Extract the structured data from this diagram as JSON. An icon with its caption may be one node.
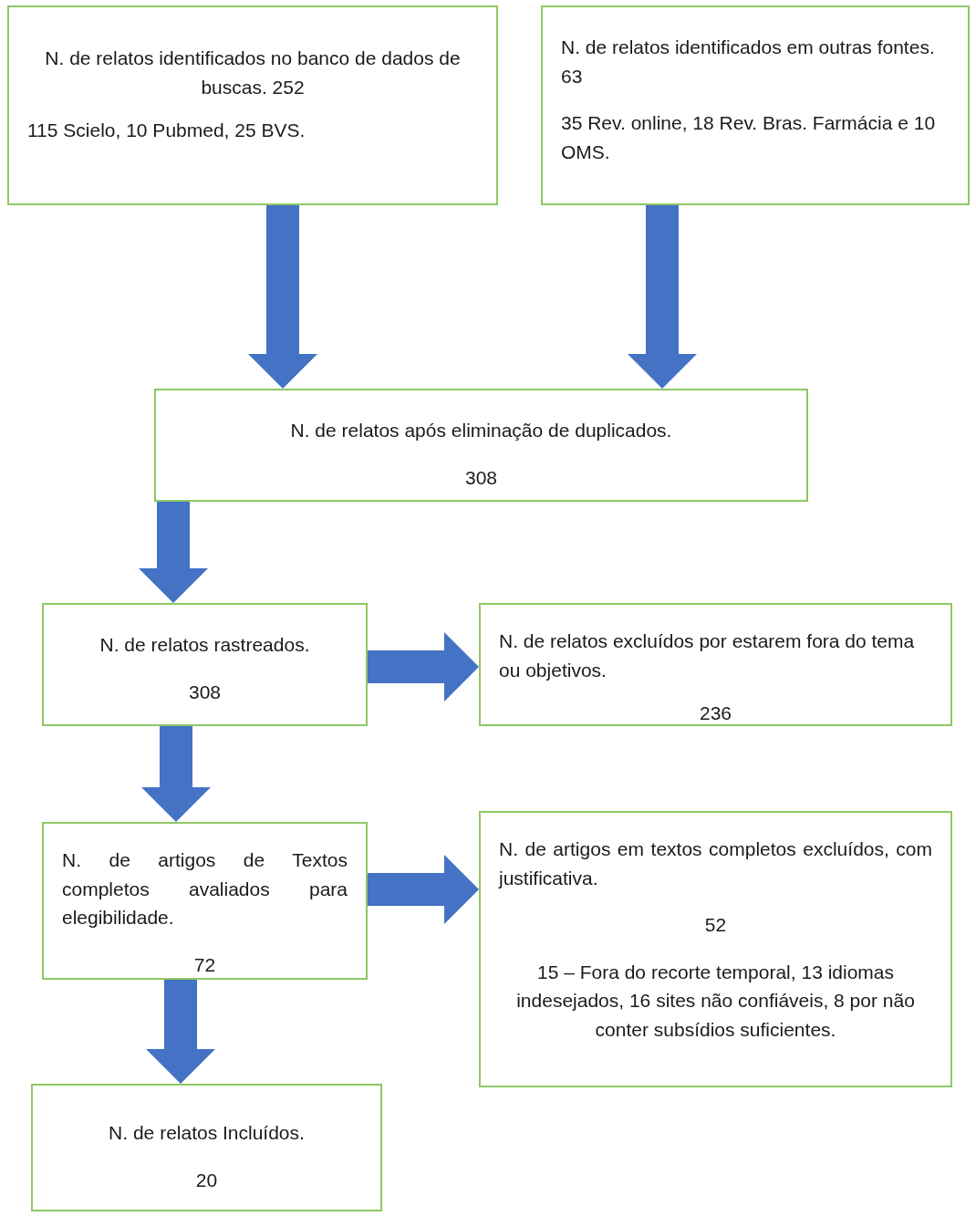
{
  "diagram": {
    "nodes": [
      {
        "text": [
          "N. de relatos identificados no banco de dados de buscas. 252",
          "115 Scielo, 10 Pubmed, 25 BVS."
        ]
      },
      {
        "text": [
          "N. de relatos identificados em outras fontes. 63",
          "35 Rev. online, 18 Rev. Bras. Farmácia e 10 OMS."
        ]
      },
      {
        "text": [
          "N. de relatos após eliminação de duplicados.",
          "308"
        ]
      },
      {
        "text": [
          "N. de relatos rastreados.",
          "308"
        ]
      },
      {
        "text": [
          "N. de relatos excluídos por estarem fora do tema ou objetivos.",
          "236"
        ]
      },
      {
        "text": [
          "N. de artigos de Textos completos avaliados para elegibilidade.",
          "72"
        ]
      },
      {
        "text": [
          "N. de artigos em textos completos excluídos, com justificativa.",
          "52",
          "15 – Fora do recorte temporal, 13 idiomas indesejados, 16 sites não confiáveis, 8 por não conter subsídios suficientes."
        ]
      },
      {
        "text": [
          "N. de relatos Incluídos.",
          "20"
        ]
      }
    ],
    "edges": [
      {
        "from": 0,
        "to": 2,
        "arrow": "to",
        "style": "thick"
      },
      {
        "from": 1,
        "to": 2,
        "arrow": "to",
        "style": "thick"
      },
      {
        "from": 2,
        "to": 3,
        "arrow": "to",
        "style": "thick"
      },
      {
        "from": 3,
        "to": 4,
        "arrow": "to",
        "style": "thick"
      },
      {
        "from": 3,
        "to": 5,
        "arrow": "to",
        "style": "thick"
      },
      {
        "from": 5,
        "to": 6,
        "arrow": "to",
        "style": "thick"
      },
      {
        "from": 5,
        "to": 7,
        "arrow": "to",
        "style": "thick"
      }
    ]
  }
}
